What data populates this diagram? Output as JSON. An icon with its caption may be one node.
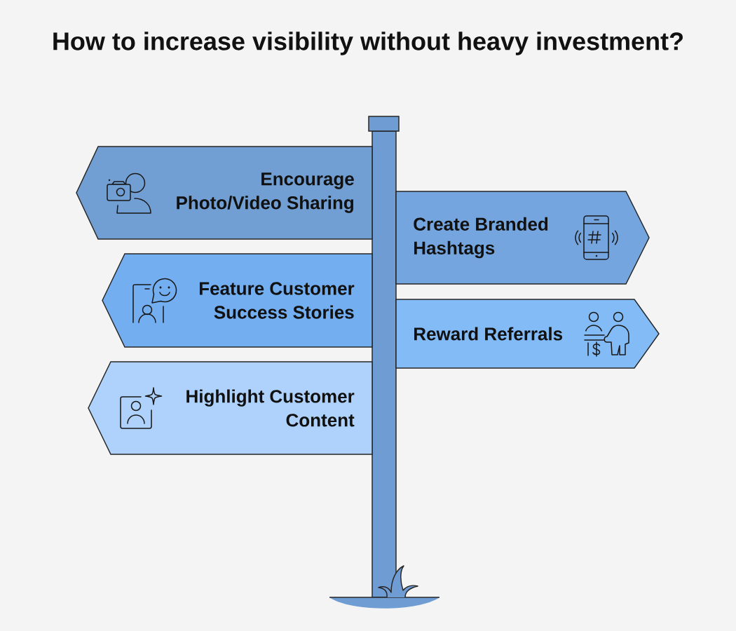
{
  "diagram": {
    "title": "How to increase visibility without heavy investment?",
    "nodes": [
      {
        "text": [
          "Encourage Photo/Video Sharing"
        ]
      },
      {
        "text": [
          "Create Branded Hashtags"
        ]
      },
      {
        "text": [
          "Feature Customer Success Stories"
        ]
      },
      {
        "text": [
          "Reward Referrals"
        ]
      },
      {
        "text": [
          "Highlight Customer Content"
        ]
      }
    ]
  }
}
